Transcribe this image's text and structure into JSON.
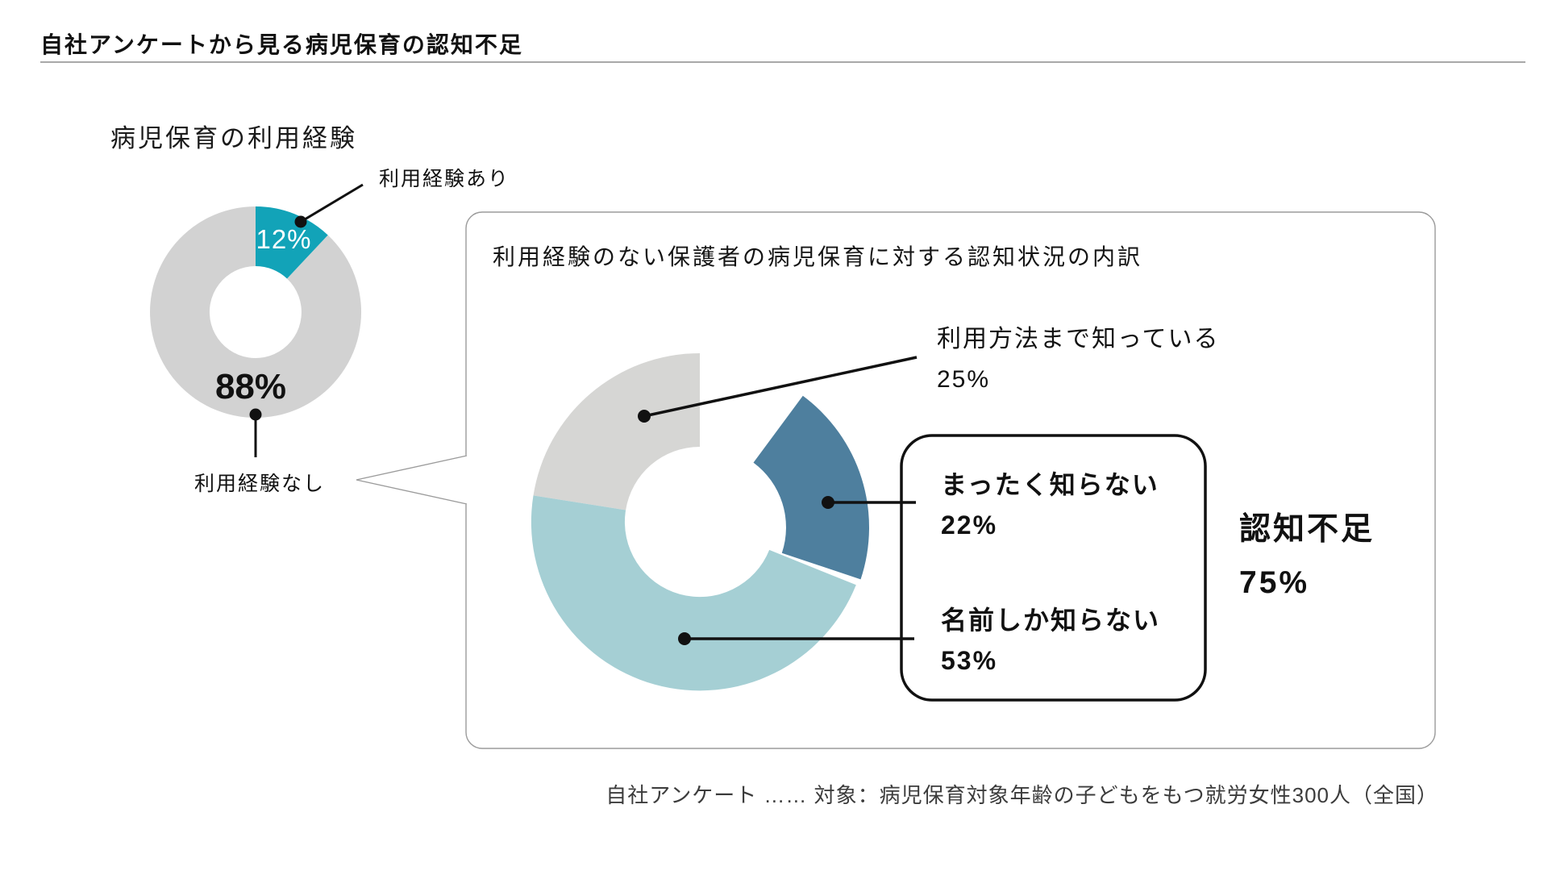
{
  "page": {
    "title": "自社アンケートから見る病児保育の認知不足",
    "footer": "自社アンケート …… 対象：病児保育対象年齢の子どもをもつ就労女性300人（全国）"
  },
  "colors": {
    "teal_strong": "#12a3b8",
    "gray_left": "#d2d2d2",
    "gray_right": "#d6d6d4",
    "blue_dark": "#4e7f9e",
    "teal_light": "#a5cfd4",
    "line_black": "#111111",
    "box_border_gray": "#9b9b9b",
    "divider_gray": "#8c8c8c",
    "white": "#ffffff"
  },
  "left_chart": {
    "heading": "病児保育の利用経験",
    "yes_label": "利用経験あり",
    "yes_pct": "12%",
    "no_label": "利用経験なし",
    "no_pct": "88%"
  },
  "right_panel": {
    "title": "利用経験のない保護者の病児保育に対する認知状況の内訳",
    "know_how_label": "利用方法まで知っている",
    "know_how_pct": "25%",
    "not_know_label": "まったく知らない",
    "not_know_pct": "22%",
    "name_only_label": "名前しか知らない",
    "name_only_pct": "53%",
    "summary_label": "認知不足",
    "summary_pct": "75%"
  },
  "chart_data": [
    {
      "type": "pie",
      "variant": "donut",
      "title": "病児保育の利用経験",
      "categories": [
        "利用経験あり",
        "利用経験なし"
      ],
      "values": [
        12,
        88
      ],
      "unit": "%",
      "colors": [
        "#12a3b8",
        "#d2d2d2"
      ],
      "start_angle_deg": 0,
      "direction": "clockwise",
      "labels_shown": [
        "12%",
        "88%"
      ]
    },
    {
      "type": "pie",
      "variant": "donut-exploded",
      "title": "利用経験のない保護者の病児保育に対する認知状況の内訳",
      "categories": [
        "利用方法まで知っている",
        "まったく知らない",
        "名前しか知らない"
      ],
      "values": [
        25,
        22,
        53
      ],
      "unit": "%",
      "colors": [
        "#d6d6d4",
        "#4e7f9e",
        "#a5cfd4"
      ],
      "exploded_segment": "まったく知らない",
      "annotation": {
        "label": "認知不足",
        "value": 75,
        "unit": "%",
        "note": "まったく知らない + 名前しか知らない"
      }
    }
  ]
}
